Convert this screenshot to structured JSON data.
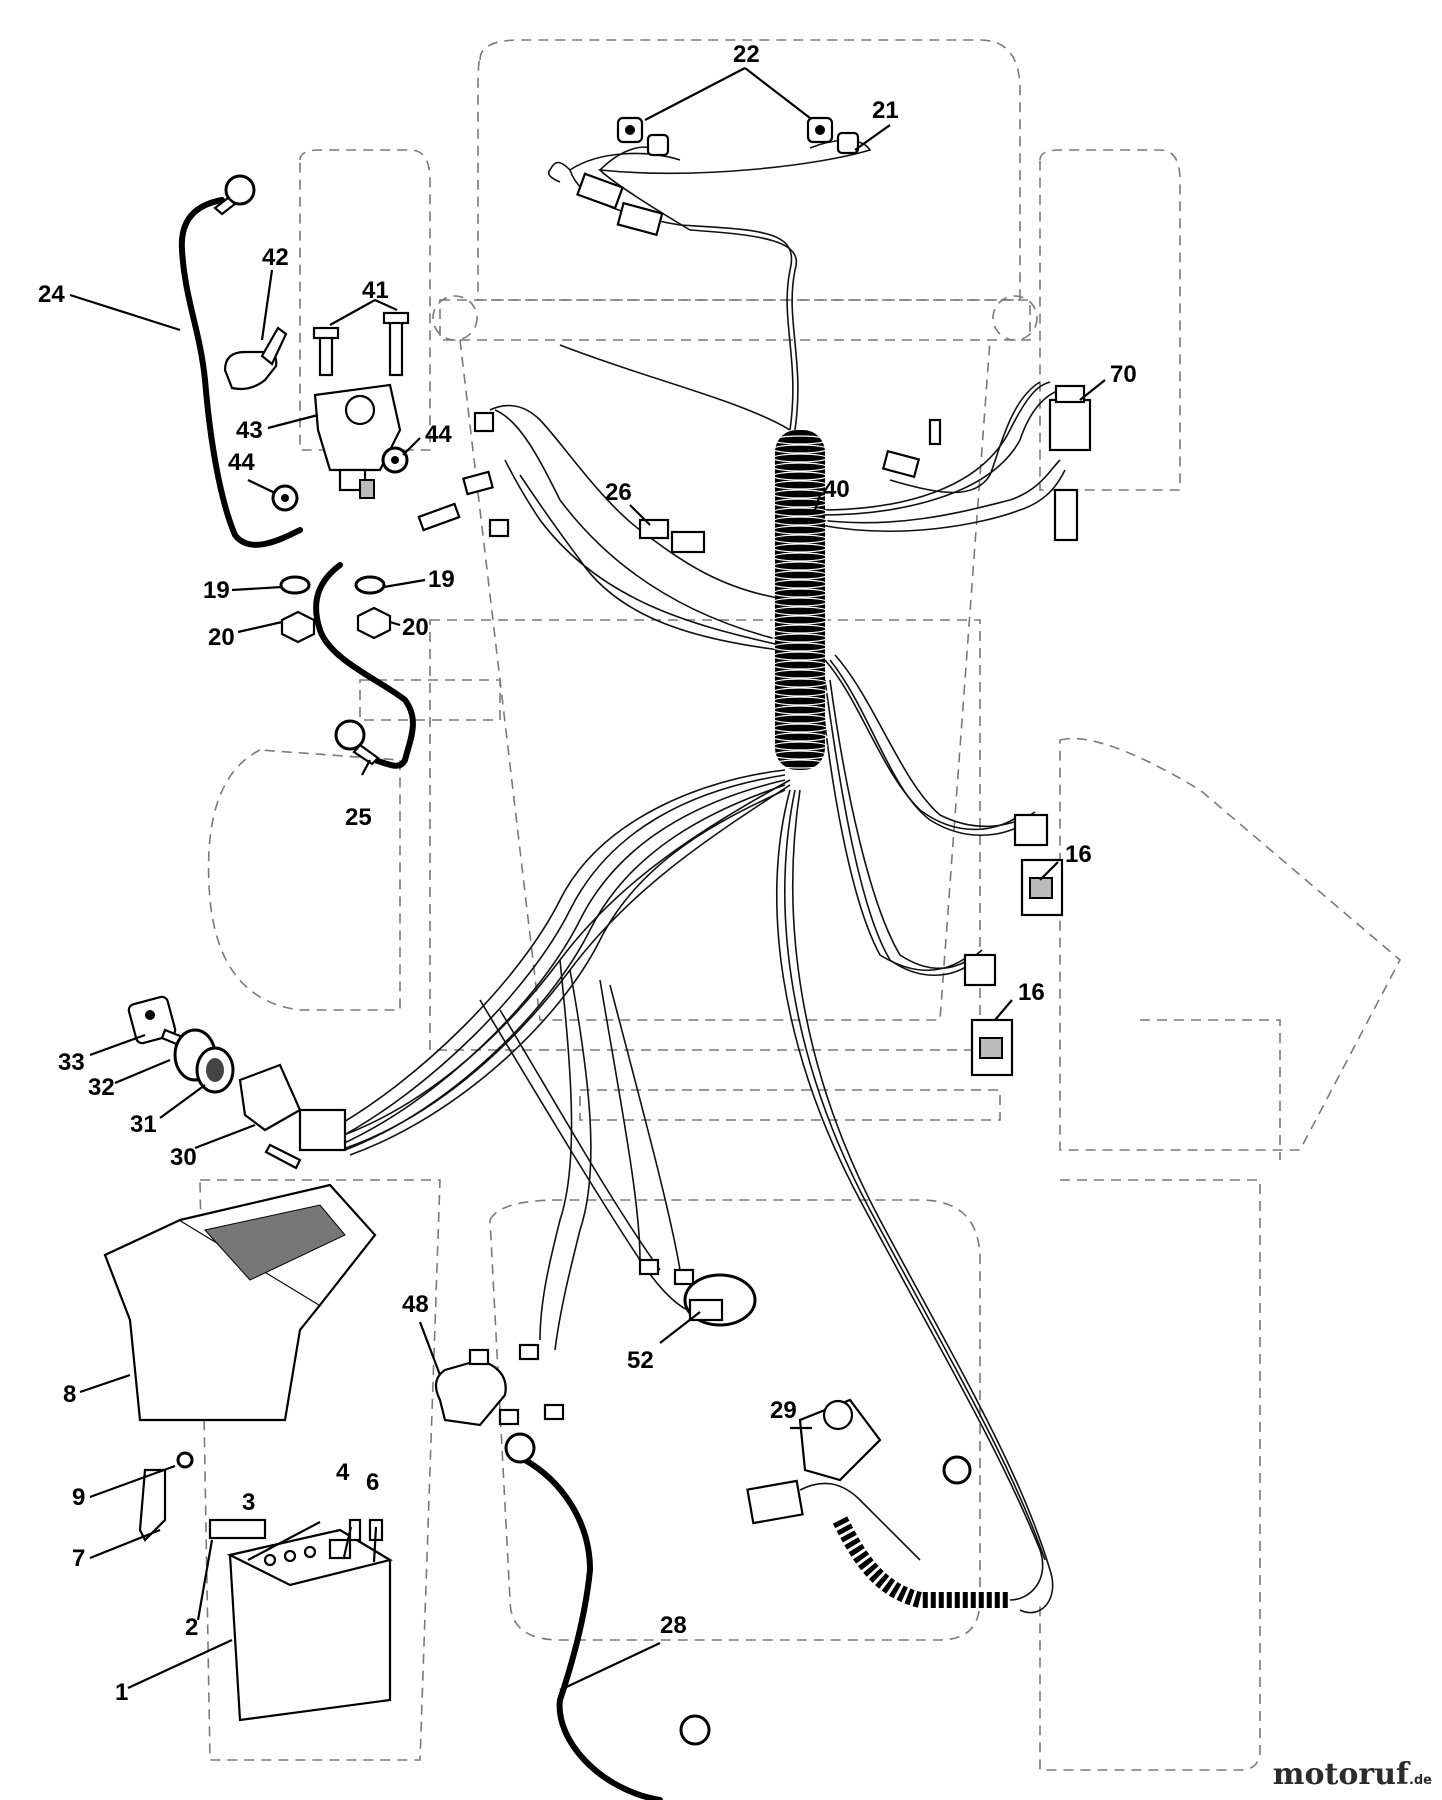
{
  "callouts": [
    {
      "id": "c1",
      "text": "1"
    },
    {
      "id": "c2",
      "text": "2"
    },
    {
      "id": "c3",
      "text": "3"
    },
    {
      "id": "c4",
      "text": "4"
    },
    {
      "id": "c6",
      "text": "6"
    },
    {
      "id": "c7",
      "text": "7"
    },
    {
      "id": "c8",
      "text": "8"
    },
    {
      "id": "c9",
      "text": "9"
    },
    {
      "id": "c16a",
      "text": "16"
    },
    {
      "id": "c16b",
      "text": "16"
    },
    {
      "id": "c19a",
      "text": "19"
    },
    {
      "id": "c19b",
      "text": "19"
    },
    {
      "id": "c20a",
      "text": "20"
    },
    {
      "id": "c20b",
      "text": "20"
    },
    {
      "id": "c21",
      "text": "21"
    },
    {
      "id": "c22",
      "text": "22"
    },
    {
      "id": "c24",
      "text": "24"
    },
    {
      "id": "c25",
      "text": "25"
    },
    {
      "id": "c26",
      "text": "26"
    },
    {
      "id": "c28",
      "text": "28"
    },
    {
      "id": "c29",
      "text": "29"
    },
    {
      "id": "c30",
      "text": "30"
    },
    {
      "id": "c31",
      "text": "31"
    },
    {
      "id": "c32",
      "text": "32"
    },
    {
      "id": "c33",
      "text": "33"
    },
    {
      "id": "c40",
      "text": "40"
    },
    {
      "id": "c41",
      "text": "41"
    },
    {
      "id": "c42",
      "text": "42"
    },
    {
      "id": "c43",
      "text": "43"
    },
    {
      "id": "c44a",
      "text": "44"
    },
    {
      "id": "c44b",
      "text": "44"
    },
    {
      "id": "c48",
      "text": "48"
    },
    {
      "id": "c52",
      "text": "52"
    },
    {
      "id": "c70",
      "text": "70"
    }
  ],
  "watermark": {
    "text_main": "motoruf",
    "text_tld": ".de"
  }
}
